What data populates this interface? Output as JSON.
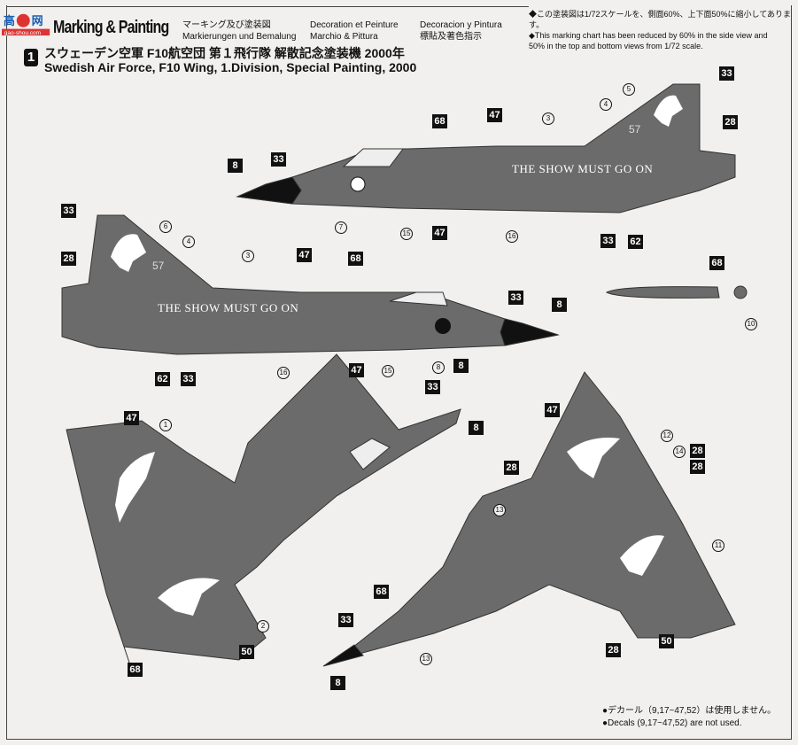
{
  "header": {
    "title": "Marking & Painting",
    "logo_text": "高手网 gao-shou.com",
    "subtitles": [
      "マーキング及び塗装図",
      "Markierungen und Bemalung",
      "Decoration et Peinture",
      "Marchio & Pittura",
      "Decoracion y Pintura",
      "標貼及著色指示"
    ]
  },
  "notes": [
    "◆この塗装図は1/72スケールを、側面60%、上下面50%に縮小してあります。",
    "◆This marking chart has been reduced by 60% in the side view and 50% in the top and bottom views from 1/72 scale."
  ],
  "scheme": {
    "number": "1",
    "title_jp": "スウェーデン空軍 F10航空団 第１飛行隊 解散記念塗装機  2000年",
    "title_en": "Swedish Air Force, F10 Wing, 1.Division, Special Painting, 2000"
  },
  "aircraft": {
    "slogan": "THE SHOW MUST GO ON",
    "tail_number": "57",
    "color": "#6b6b6b"
  },
  "callouts": {
    "boxed": [
      "33",
      "28",
      "47",
      "68",
      "8",
      "33",
      "47",
      "33",
      "62",
      "33",
      "28",
      "47",
      "68",
      "33",
      "8",
      "62",
      "33",
      "47",
      "8",
      "68",
      "47",
      "33",
      "8",
      "68",
      "50",
      "47",
      "28",
      "28",
      "28",
      "68",
      "33",
      "28",
      "50",
      "8"
    ],
    "circled": [
      "5",
      "4",
      "3",
      "7",
      "15",
      "16",
      "6",
      "4",
      "3",
      "16",
      "15",
      "8",
      "10",
      "1",
      "2",
      "12",
      "14",
      "13",
      "11",
      "13"
    ]
  },
  "footer": [
    "●デカール（9,17~47,52）は使用しません。",
    "●Decals (9,17~47,52) are not used."
  ]
}
